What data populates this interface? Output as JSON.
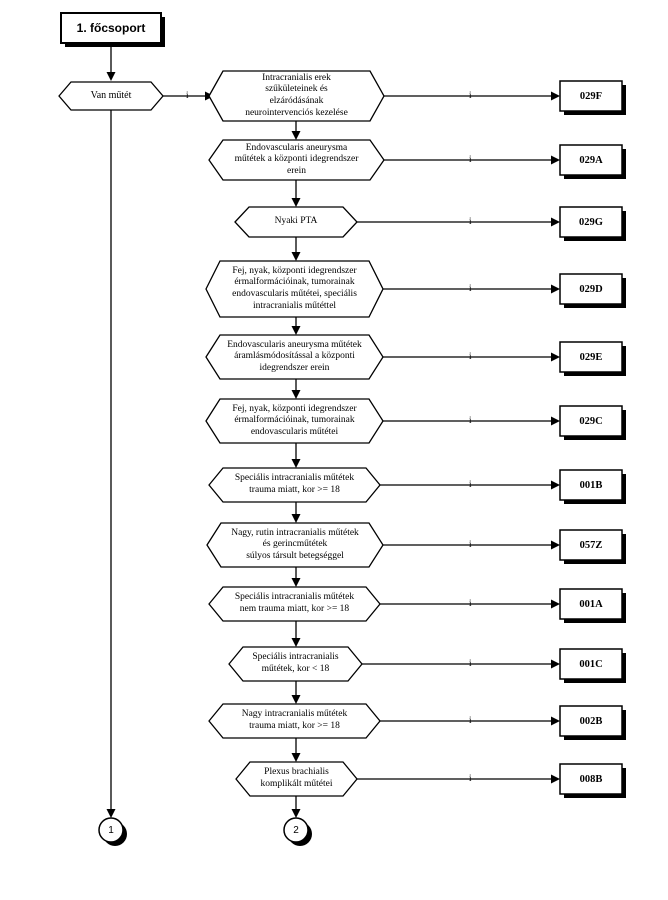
{
  "title": "1. főcsoport",
  "start": {
    "label": "Van műtét",
    "yes_label": "i"
  },
  "steps": [
    {
      "text": "Intracranialis erek\nszűkületeinek és\nelzáródásának\nneurointervenciós kezelése",
      "code": "029F",
      "yes_label": "i"
    },
    {
      "text": "Endovascularis aneurysma\nműtétek a központi idegrendszer\nerein",
      "code": "029A",
      "yes_label": "i"
    },
    {
      "text": "Nyaki PTA",
      "code": "029G",
      "yes_label": "i"
    },
    {
      "text": "Fej, nyak, központi idegrendszer\nérmalformációinak, tumorainak\nendovascularis műtétei, speciális\nintracranialis műtéttel",
      "code": "029D",
      "yes_label": "i"
    },
    {
      "text": "Endovascularis aneurysma műtétek\náramlásmódosítással a központi\nidegrendszer erein",
      "code": "029E",
      "yes_label": "i"
    },
    {
      "text": "Fej, nyak, központi idegrendszer\nérmalformációinak, tumorainak\nendovascularis műtétei",
      "code": "029C",
      "yes_label": "i"
    },
    {
      "text": "Speciális intracranialis műtétek\ntrauma miatt, kor >= 18",
      "code": "001B",
      "yes_label": "i"
    },
    {
      "text": "Nagy, rutin intracranialis műtétek\nés gerincműtétek\nsúlyos társult betegséggel",
      "code": "057Z",
      "yes_label": "i"
    },
    {
      "text": "Speciális intracranialis műtétek\nnem trauma miatt, kor >= 18",
      "code": "001A",
      "yes_label": "i"
    },
    {
      "text": "Speciális intracranialis\nműtétek, kor < 18",
      "code": "001C",
      "yes_label": "i"
    },
    {
      "text": "Nagy intracranialis műtétek\ntrauma miatt, kor >= 18",
      "code": "002B",
      "yes_label": "i"
    },
    {
      "text": "Plexus brachialis\nkomplikált műtétei",
      "code": "008B",
      "yes_label": "i"
    }
  ],
  "connectors": [
    "1",
    "2"
  ]
}
